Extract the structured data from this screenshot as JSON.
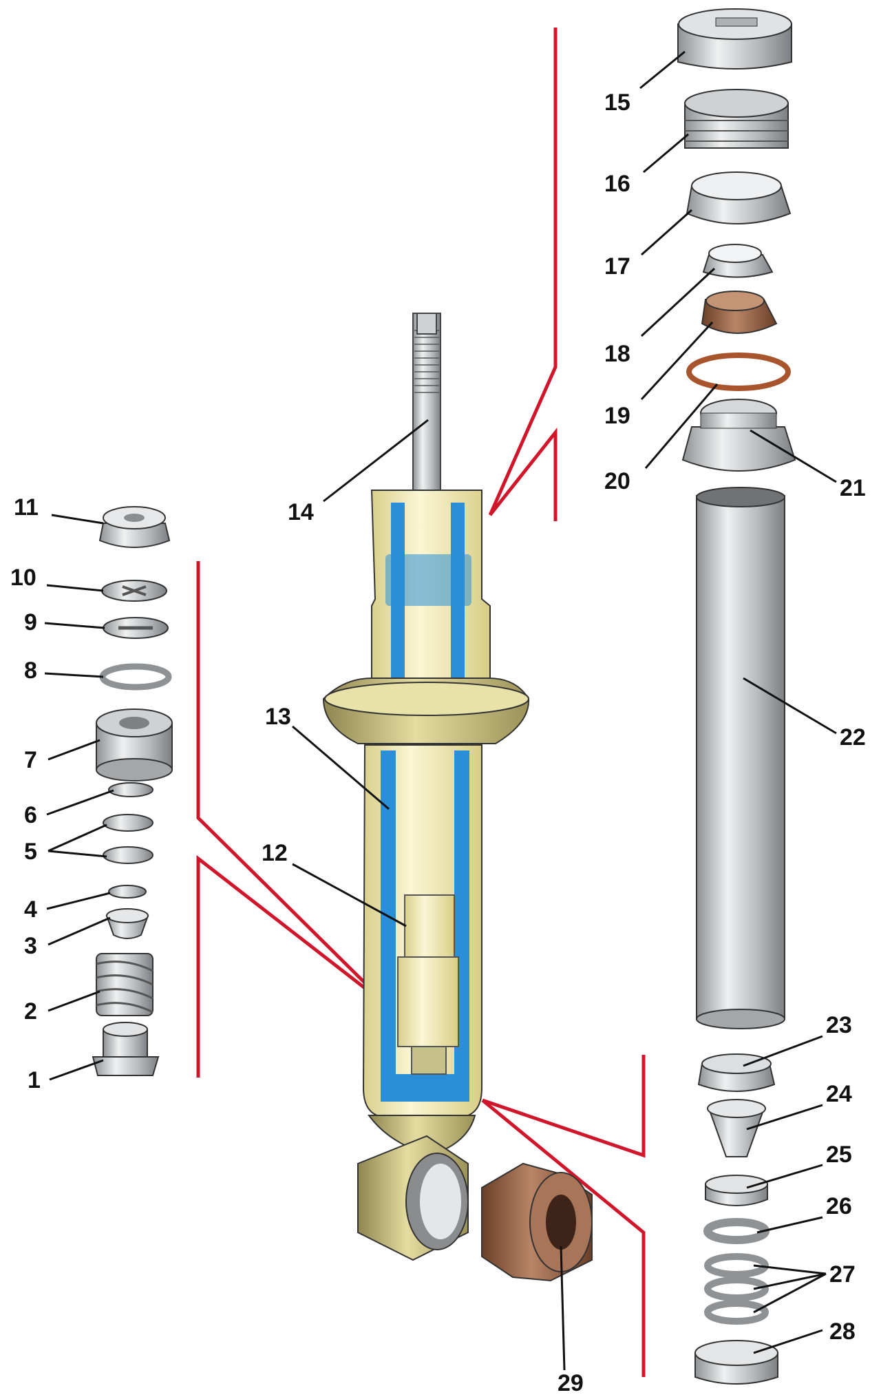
{
  "labels": {
    "l1": "1",
    "l2": "2",
    "l3": "3",
    "l4": "4",
    "l5": "5",
    "l6": "6",
    "l7": "7",
    "l8": "8",
    "l9": "9",
    "l10": "10",
    "l11": "11",
    "l12": "12",
    "l13": "13",
    "l14": "14",
    "l15": "15",
    "l16": "16",
    "l17": "17",
    "l18": "18",
    "l19": "19",
    "l20": "20",
    "l21": "21",
    "l22": "22",
    "l23": "23",
    "l24": "24",
    "l25": "25",
    "l26": "26",
    "l27": "27",
    "l28": "28",
    "l29": "29"
  },
  "colors": {
    "outline_red": "#d0162a",
    "body_yellow": "#f6efbe",
    "fluid_blue": "#2a8fd6",
    "metal_grey": "#c9ccce",
    "bushing_brown": "#8a5a3c"
  }
}
